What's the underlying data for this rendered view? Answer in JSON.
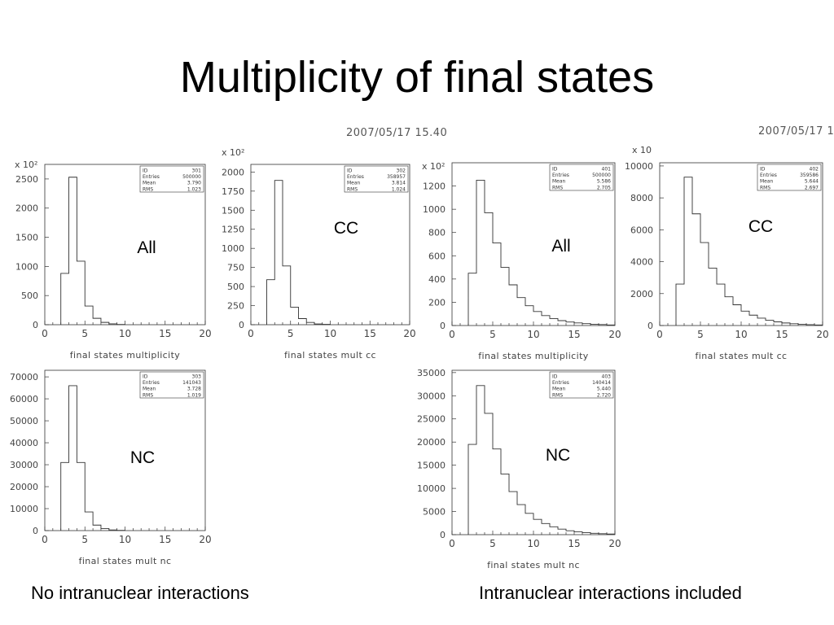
{
  "title": "Multiplicity of final states",
  "timestamps": {
    "left": "2007/05/17   15.40",
    "right": "2007/05/17   1"
  },
  "captions": {
    "left": "No intranuclear interactions",
    "right": "Intranuclear interactions included"
  },
  "chart_data": [
    {
      "type": "histogram",
      "label": "All",
      "xlabel": "final states multiplicity",
      "ylabel": "",
      "exponent": "x 10²",
      "xlim": [
        0,
        20
      ],
      "ylim": [
        0,
        2750
      ],
      "xticks": [
        0,
        5,
        10,
        15,
        20
      ],
      "yticks": [
        0,
        500,
        1000,
        1500,
        2000,
        2500
      ],
      "bin_edges": [
        2,
        3,
        4,
        5,
        6,
        7,
        8,
        9,
        10
      ],
      "values": [
        880,
        2530,
        1090,
        320,
        110,
        40,
        15,
        5
      ],
      "stats": {
        "ID": "301",
        "Entries": "500000",
        "Mean": "3.790",
        "RMS": "1.023"
      }
    },
    {
      "type": "histogram",
      "label": "CC",
      "xlabel": "final states mult cc",
      "ylabel": "",
      "exponent": "x 10²",
      "xlim": [
        0,
        20
      ],
      "ylim": [
        0,
        2100
      ],
      "xticks": [
        0,
        5,
        10,
        15,
        20
      ],
      "yticks": [
        0,
        250,
        500,
        750,
        1000,
        1250,
        1500,
        1750,
        2000
      ],
      "bin_edges": [
        2,
        3,
        4,
        5,
        6,
        7,
        8,
        9,
        10
      ],
      "values": [
        590,
        1890,
        770,
        230,
        80,
        30,
        10,
        4
      ],
      "stats": {
        "ID": "302",
        "Entries": "358957",
        "Mean": "3.814",
        "RMS": "1.024"
      }
    },
    {
      "type": "histogram",
      "label": "NC",
      "xlabel": "final states mult nc",
      "ylabel": "",
      "exponent": "",
      "xlim": [
        0,
        20
      ],
      "ylim": [
        0,
        73000
      ],
      "xticks": [
        0,
        5,
        10,
        15,
        20
      ],
      "yticks": [
        0,
        10000,
        20000,
        30000,
        40000,
        50000,
        60000,
        70000
      ],
      "bin_edges": [
        2,
        3,
        4,
        5,
        6,
        7,
        8,
        9,
        10
      ],
      "values": [
        31000,
        66000,
        31000,
        8500,
        2500,
        900,
        300,
        100
      ],
      "stats": {
        "ID": "303",
        "Entries": "141043",
        "Mean": "3.728",
        "RMS": "1.019"
      }
    },
    {
      "type": "histogram",
      "label": "All",
      "xlabel": "final states multiplicity",
      "ylabel": "",
      "exponent": "x 10²",
      "xlim": [
        0,
        20
      ],
      "ylim": [
        0,
        1400
      ],
      "xticks": [
        0,
        5,
        10,
        15,
        20
      ],
      "yticks": [
        0,
        200,
        400,
        600,
        800,
        1000,
        1200
      ],
      "bin_edges": [
        2,
        3,
        4,
        5,
        6,
        7,
        8,
        9,
        10,
        11,
        12,
        13,
        14,
        15,
        16,
        17,
        18,
        19,
        20
      ],
      "values": [
        450,
        1250,
        970,
        710,
        500,
        350,
        240,
        170,
        120,
        85,
        60,
        42,
        30,
        22,
        16,
        11,
        8,
        5
      ],
      "stats": {
        "ID": "401",
        "Entries": "500000",
        "Mean": "5.586",
        "RMS": "2.705"
      }
    },
    {
      "type": "histogram",
      "label": "CC",
      "xlabel": "final states mult cc",
      "ylabel": "",
      "exponent": "x 10",
      "xlim": [
        0,
        20
      ],
      "ylim": [
        0,
        10200
      ],
      "xticks": [
        0,
        5,
        10,
        15,
        20
      ],
      "yticks": [
        0,
        2000,
        4000,
        6000,
        8000,
        10000
      ],
      "bin_edges": [
        2,
        3,
        4,
        5,
        6,
        7,
        8,
        9,
        10,
        11,
        12,
        13,
        14,
        15,
        16,
        17,
        18,
        19,
        20
      ],
      "values": [
        2600,
        9300,
        7000,
        5200,
        3600,
        2600,
        1800,
        1300,
        900,
        650,
        460,
        330,
        230,
        160,
        110,
        80,
        55,
        35
      ],
      "stats": {
        "ID": "402",
        "Entries": "359586",
        "Mean": "5.644",
        "RMS": "2.697"
      }
    },
    {
      "type": "histogram",
      "label": "NC",
      "xlabel": "final states mult nc",
      "ylabel": "",
      "exponent": "",
      "xlim": [
        0,
        20
      ],
      "ylim": [
        0,
        35500
      ],
      "xticks": [
        0,
        5,
        10,
        15,
        20
      ],
      "yticks": [
        0,
        5000,
        10000,
        15000,
        20000,
        25000,
        30000,
        35000
      ],
      "bin_edges": [
        2,
        3,
        4,
        5,
        6,
        7,
        8,
        9,
        10,
        11,
        12,
        13,
        14,
        15,
        16,
        17,
        18,
        19,
        20
      ],
      "values": [
        19500,
        32200,
        26200,
        18500,
        13100,
        9300,
        6500,
        4600,
        3300,
        2400,
        1700,
        1200,
        850,
        600,
        420,
        300,
        200,
        130
      ],
      "stats": {
        "ID": "403",
        "Entries": "140414",
        "Mean": "5.440",
        "RMS": "2.720"
      }
    }
  ]
}
